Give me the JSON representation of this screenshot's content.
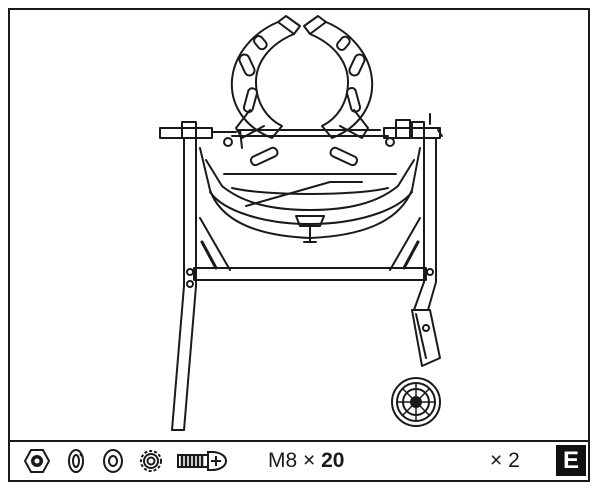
{
  "step": "E",
  "hardware": {
    "size_prefix": "M8 × ",
    "size_length": "20",
    "quantity": "× 2",
    "parts": [
      {
        "name": "nut-icon"
      },
      {
        "name": "spring-washer-icon"
      },
      {
        "name": "flat-washer-icon"
      },
      {
        "name": "toothed-washer-icon"
      },
      {
        "name": "bolt-icon"
      }
    ]
  },
  "colors": {
    "line": "#1a1a1a",
    "badge_bg": "#111111",
    "badge_text": "#ffffff"
  }
}
